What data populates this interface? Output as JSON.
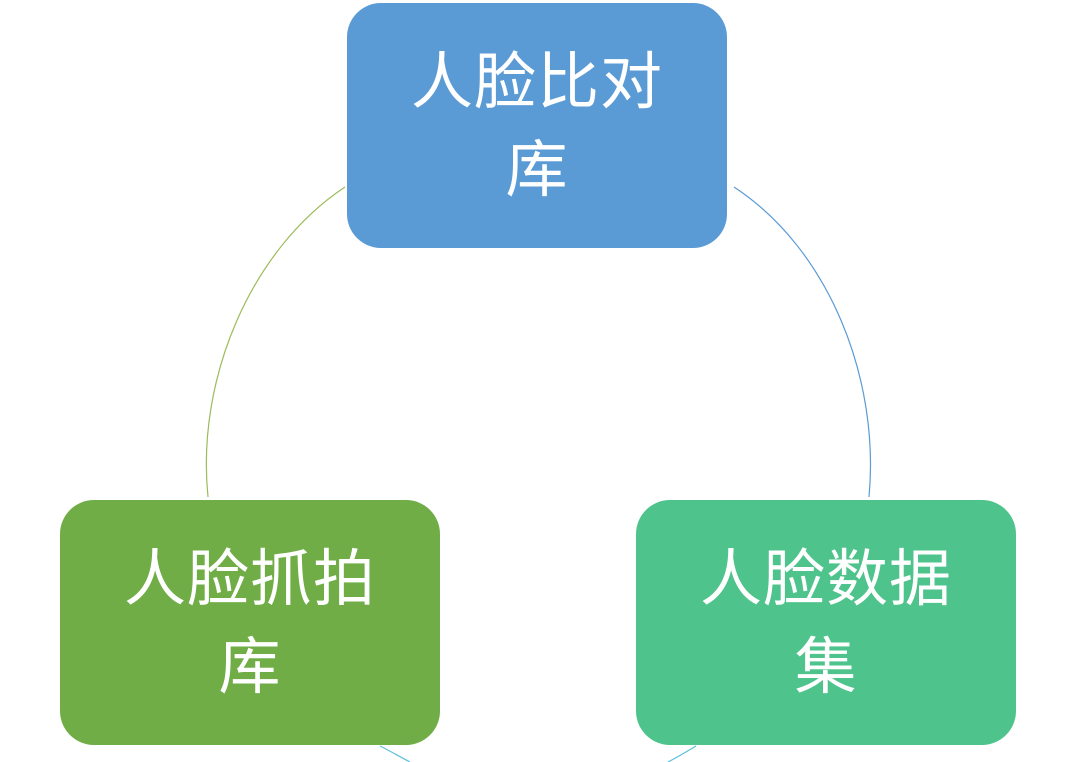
{
  "nodes": {
    "top": {
      "label": "人脸比对库",
      "color": "#5b9bd5"
    },
    "left": {
      "label": "人脸抓拍库",
      "color": "#70ad47"
    },
    "right": {
      "label": "人脸数据集",
      "color": "#4ec48c"
    }
  },
  "colors": {
    "arc_top_left": "#9bbb59",
    "arc_top_right": "#5b9bd5",
    "arc_bottom": "#5bc0de"
  }
}
